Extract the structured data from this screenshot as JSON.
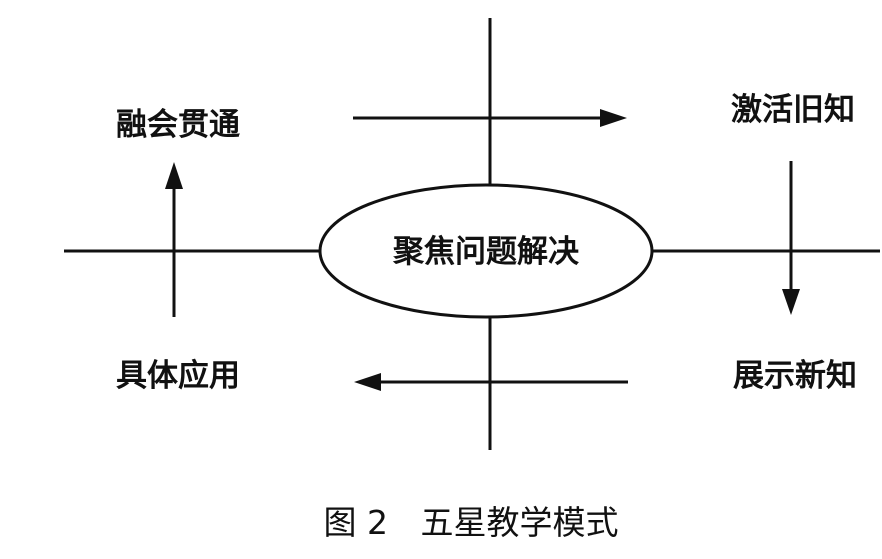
{
  "center": {
    "label": "聚焦问题解决"
  },
  "nodes": {
    "top_left": "融会贯通",
    "top_right": "激活旧知",
    "bottom_right": "展示新知",
    "bottom_left": "具体应用"
  },
  "caption": {
    "label": "图 2",
    "title": "五星教学模式"
  },
  "arrows": [
    {
      "from": "top_left",
      "to": "top_right",
      "direction": "right"
    },
    {
      "from": "top_right",
      "to": "bottom_right",
      "direction": "down"
    },
    {
      "from": "bottom_right",
      "to": "bottom_left",
      "direction": "left"
    },
    {
      "from": "bottom_left",
      "to": "top_left",
      "direction": "up"
    }
  ]
}
